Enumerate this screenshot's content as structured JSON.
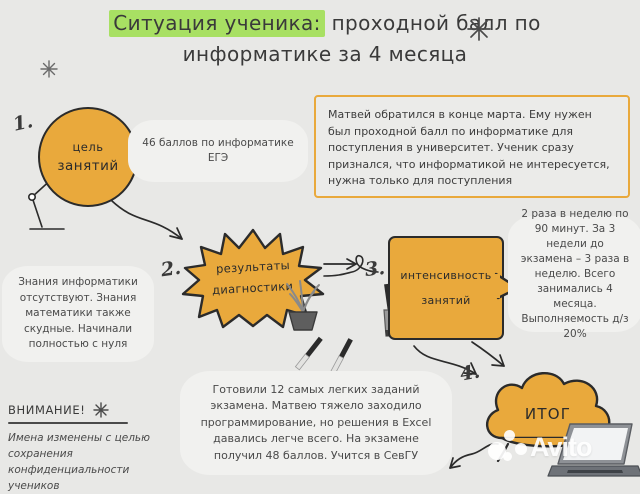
{
  "palette": {
    "background": "#e8e8e6",
    "accent_orange": "#e9a93c",
    "highlight_green": "#a8e063",
    "ink": "#2b2b2b",
    "bubble_grey": "#f1f1ef",
    "text_grey": "#4a4a4a"
  },
  "title": {
    "highlighted": "Ситуация ученика:",
    "rest_line1": " проходной балл по",
    "line2": "информатике за 4 месяца"
  },
  "steps": {
    "one": "1.",
    "two": "2.",
    "three": "3.",
    "four": "4."
  },
  "goal_bubble": {
    "line1": "цель",
    "line2": "занятий"
  },
  "score_bubble": {
    "line1": "46 баллов по информатике",
    "line2": "ЕГЭ"
  },
  "intro_note": "Матвей обратился в конце марта. Ему нужен был проходной балл по информатике для поступления в университет. Ученик сразу признался, что информатикой не интересуется, нужна только для поступления",
  "diagnostics_burst": {
    "line1": "результаты",
    "line2": "диагностики"
  },
  "knowledge_bubble": "Знания информатики отсутствуют. Знания математики также скудные. Начинали полностью с нуля",
  "intensity_speech": {
    "line1": "интенсивность",
    "line2": "занятий"
  },
  "schedule_bubble": "2 раза в неделю по 90 минут. За 3 недели до экзамена – 3 раза в неделю. Всего занимались 4 месяца. Выполняемость д/з 20%",
  "attention": {
    "heading": "ВНИМАНИЕ!",
    "body": "Имена изменены с целью сохранения конфиденциальности учеников"
  },
  "result_bubble": "Готовили 12 самых легких заданий экзамена. Матвею тяжело заходило программирование, но решения в Excel давались легче всего. На экзамене получил 48 баллов. Учится в СевГУ",
  "outcome_cloud": "ИТОГ",
  "watermark": "Avito",
  "icons": {
    "sparkle_title": "sparkle-icon",
    "sparkle_attention": "sparkle-icon",
    "desk_lamp": "desk-lamp-icon",
    "potted_plant": "potted-plant-icon",
    "pencil_cup": "pencil-cup-icon",
    "pens": "pens-icon",
    "laptop": "laptop-icon"
  }
}
